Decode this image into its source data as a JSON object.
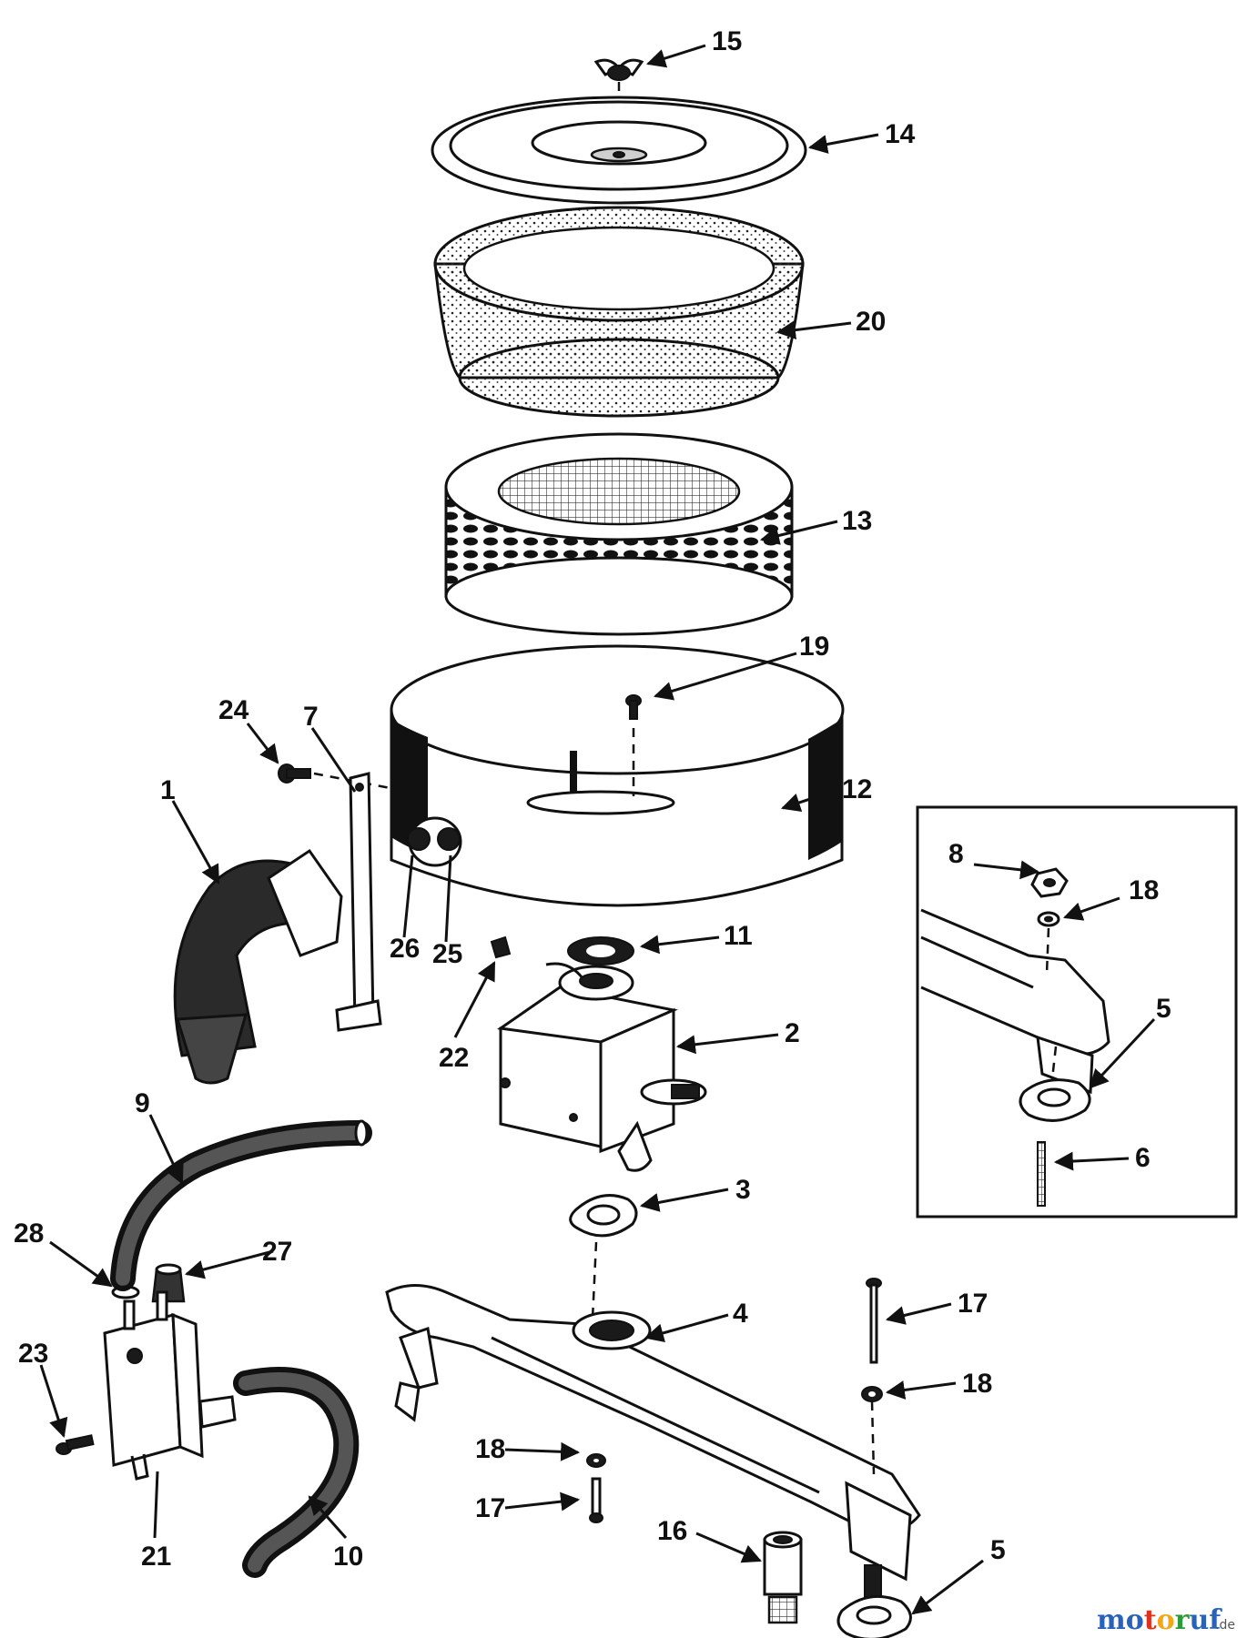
{
  "labels": {
    "p1": "1",
    "p2": "2",
    "p3": "3",
    "p4": "4",
    "p5a": "5",
    "p5b": "5",
    "p6": "6",
    "p7": "7",
    "p8": "8",
    "p9": "9",
    "p10": "10",
    "p11": "11",
    "p12": "12",
    "p13": "13",
    "p14": "14",
    "p15": "15",
    "p16": "16",
    "p17a": "17",
    "p17b": "17",
    "p18a": "18",
    "p18b": "18",
    "p18c": "18",
    "p19": "19",
    "p20": "20",
    "p21": "21",
    "p22": "22",
    "p23": "23",
    "p24": "24",
    "p25": "25",
    "p26": "26",
    "p27": "27",
    "p28": "28"
  },
  "watermark": {
    "letters": [
      "m",
      "o",
      "t",
      "o",
      "r",
      "u",
      "f"
    ],
    "colors": [
      "#2a62b8",
      "#2a62b8",
      "#e0301e",
      "#f0a81a",
      "#2e9a3a",
      "#2a62b8",
      "#2a62b8"
    ],
    "suffix": ".de"
  }
}
